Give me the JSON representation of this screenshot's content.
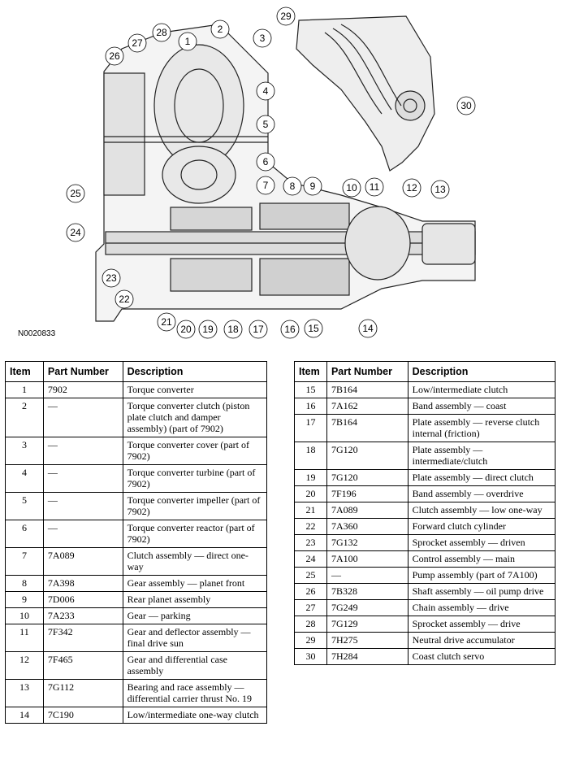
{
  "figure": {
    "id": "N0020833",
    "callouts": [
      "1",
      "2",
      "3",
      "4",
      "5",
      "6",
      "7",
      "8",
      "9",
      "10",
      "11",
      "12",
      "13",
      "14",
      "15",
      "16",
      "17",
      "18",
      "19",
      "20",
      "21",
      "22",
      "23",
      "24",
      "25",
      "26",
      "27",
      "28",
      "29",
      "30"
    ]
  },
  "table": {
    "headers": {
      "item": "Item",
      "part_number": "Part Number",
      "description": "Description"
    },
    "rows": [
      {
        "item": "1",
        "part": "7902",
        "desc": "Torque converter"
      },
      {
        "item": "2",
        "part": "—",
        "desc": "Torque converter clutch (piston plate clutch and damper assembly) (part of 7902)"
      },
      {
        "item": "3",
        "part": "—",
        "desc": "Torque converter cover (part of 7902)"
      },
      {
        "item": "4",
        "part": "—",
        "desc": "Torque converter turbine (part of 7902)"
      },
      {
        "item": "5",
        "part": "—",
        "desc": "Torque converter impeller (part of 7902)"
      },
      {
        "item": "6",
        "part": "—",
        "desc": "Torque converter reactor (part of 7902)"
      },
      {
        "item": "7",
        "part": "7A089",
        "desc": "Clutch assembly — direct one-way"
      },
      {
        "item": "8",
        "part": "7A398",
        "desc": "Gear assembly — planet front"
      },
      {
        "item": "9",
        "part": "7D006",
        "desc": "Rear planet assembly"
      },
      {
        "item": "10",
        "part": "7A233",
        "desc": "Gear — parking"
      },
      {
        "item": "11",
        "part": "7F342",
        "desc": "Gear and deflector assembly — final drive sun"
      },
      {
        "item": "12",
        "part": "7F465",
        "desc": "Gear and differential case assembly"
      },
      {
        "item": "13",
        "part": "7G112",
        "desc": "Bearing and race assembly — differential carrier thrust No. 19"
      },
      {
        "item": "14",
        "part": "7C190",
        "desc": "Low/intermediate one-way clutch"
      },
      {
        "item": "15",
        "part": "7B164",
        "desc": "Low/intermediate clutch"
      },
      {
        "item": "16",
        "part": "7A162",
        "desc": "Band assembly — coast"
      },
      {
        "item": "17",
        "part": "7B164",
        "desc": "Plate assembly — reverse clutch internal (friction)"
      },
      {
        "item": "18",
        "part": "7G120",
        "desc": "Plate assembly — intermediate/clutch"
      },
      {
        "item": "19",
        "part": "7G120",
        "desc": "Plate assembly — direct clutch"
      },
      {
        "item": "20",
        "part": "7F196",
        "desc": "Band assembly — overdrive"
      },
      {
        "item": "21",
        "part": "7A089",
        "desc": "Clutch assembly — low one-way"
      },
      {
        "item": "22",
        "part": "7A360",
        "desc": "Forward clutch cylinder"
      },
      {
        "item": "23",
        "part": "7G132",
        "desc": "Sprocket assembly — driven"
      },
      {
        "item": "24",
        "part": "7A100",
        "desc": "Control assembly — main"
      },
      {
        "item": "25",
        "part": "—",
        "desc": "Pump assembly (part of 7A100)"
      },
      {
        "item": "26",
        "part": "7B328",
        "desc": "Shaft assembly — oil pump drive"
      },
      {
        "item": "27",
        "part": "7G249",
        "desc": "Chain assembly — drive"
      },
      {
        "item": "28",
        "part": "7G129",
        "desc": "Sprocket assembly — drive"
      },
      {
        "item": "29",
        "part": "7H275",
        "desc": "Neutral drive accumulator"
      },
      {
        "item": "30",
        "part": "7H284",
        "desc": "Coast clutch servo"
      }
    ]
  }
}
